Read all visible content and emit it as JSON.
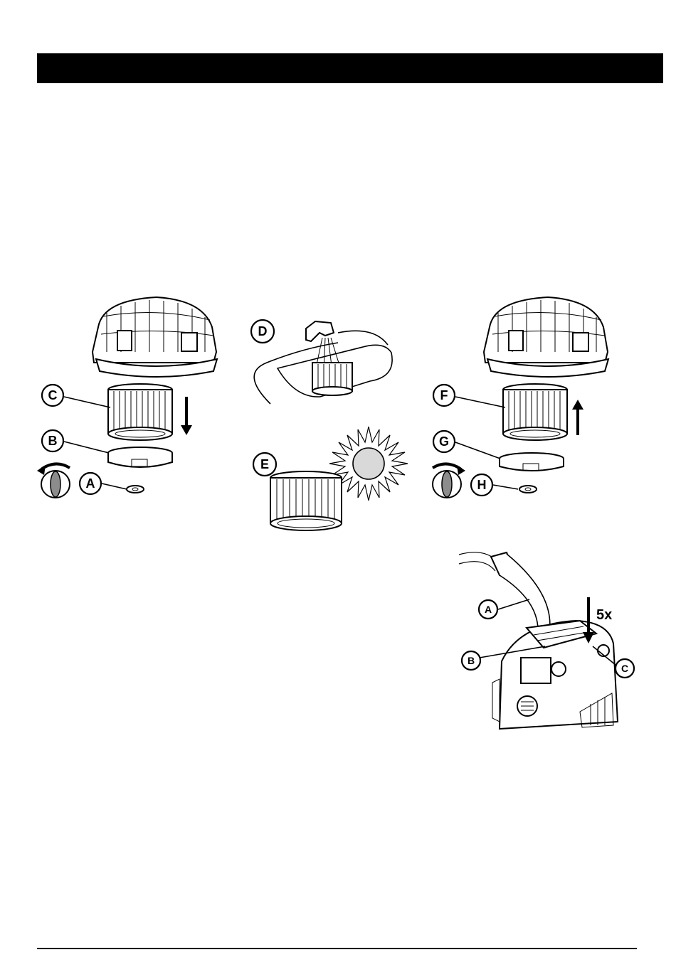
{
  "figures": {
    "removal": {
      "callouts": {
        "c": "C",
        "b": "B",
        "a": "A"
      }
    },
    "cleaning": {
      "callouts": {
        "d": "D",
        "e": "E"
      }
    },
    "installation": {
      "callouts": {
        "f": "F",
        "g": "G",
        "h": "H"
      }
    },
    "filter_cleaning": {
      "callouts": {
        "a": "A",
        "b": "B",
        "c": "C"
      },
      "press_count": "5x"
    }
  },
  "colors": {
    "header_bar": "#000000",
    "sun_fill": "#d9d9d9",
    "knob_fill": "#8c8c8c"
  },
  "icons": [
    "rotate-counterclockwise-icon",
    "rotate-clockwise-icon",
    "arrow-down-icon",
    "arrow-up-icon",
    "sun-icon",
    "faucet-icon"
  ]
}
